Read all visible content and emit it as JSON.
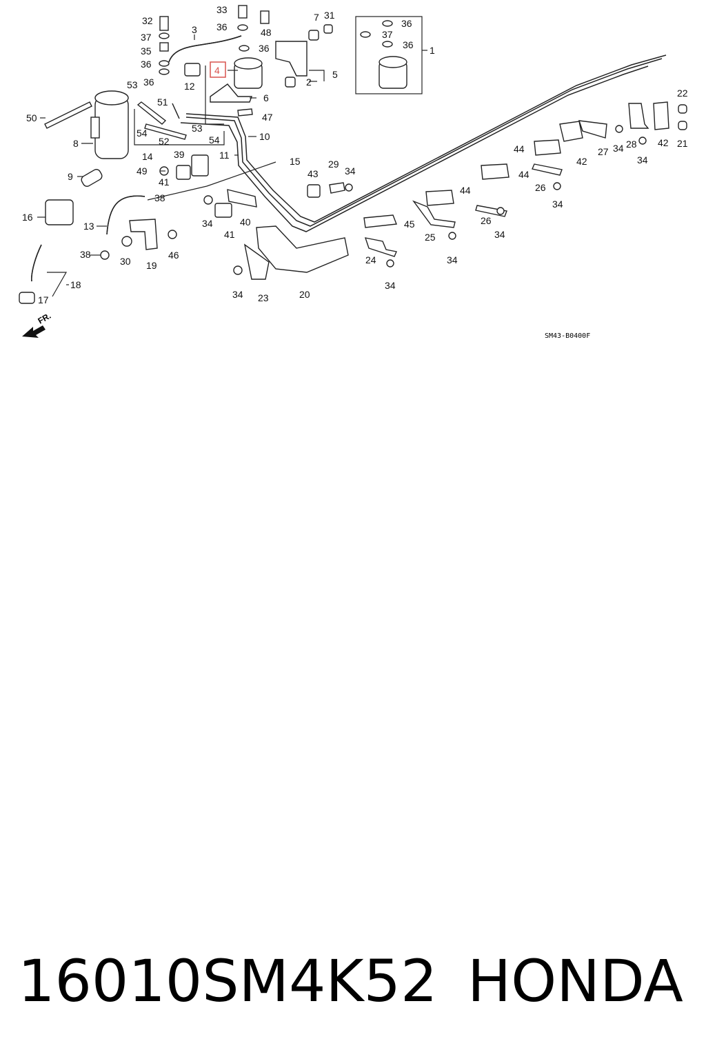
{
  "diagram": {
    "callouts": [
      "1",
      "2",
      "3",
      "4",
      "5",
      "6",
      "7",
      "8",
      "9",
      "10",
      "11",
      "12",
      "13",
      "14",
      "15",
      "16",
      "17",
      "18",
      "19",
      "20",
      "21",
      "22",
      "23",
      "24",
      "25",
      "26",
      "27",
      "28",
      "29",
      "30",
      "31",
      "32",
      "33",
      "34",
      "35",
      "36",
      "37",
      "38",
      "39",
      "40",
      "41",
      "42",
      "43",
      "44",
      "45",
      "46",
      "47",
      "48",
      "49",
      "50",
      "51",
      "52",
      "53",
      "54"
    ],
    "highlighted_callout": "4",
    "direction_label": "FR.",
    "diagram_code": "SM43-B0400F",
    "highlight_color": "#d9534f"
  },
  "caption": {
    "part_number": "16010SM4K52",
    "brand": "HONDA"
  }
}
